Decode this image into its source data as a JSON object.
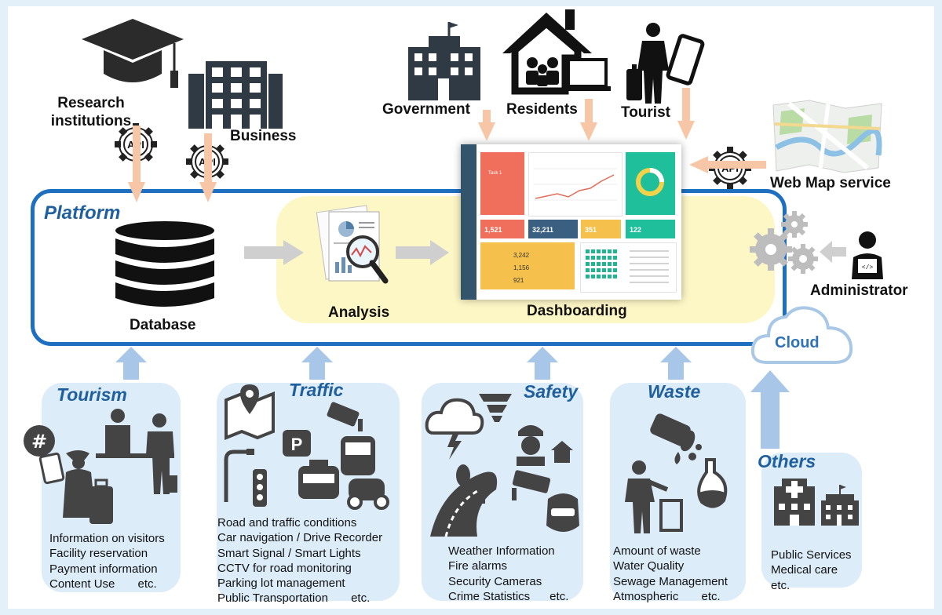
{
  "top_actors": {
    "research": "Research\ninstitutions",
    "business": "Business",
    "government": "Government",
    "residents": "Residents",
    "tourist": "Tourist",
    "web_map": "Web Map service",
    "administrator": "Administrator"
  },
  "api_label": "API",
  "platform": {
    "title": "Platform",
    "database": "Database",
    "analysis": "Analysis",
    "dashboarding": "Dashboarding",
    "cloud": "Cloud"
  },
  "sources": [
    {
      "title": "Tourism",
      "items": [
        "Information on visitors",
        "Facility reservation",
        "Payment information",
        "Content Use       etc."
      ]
    },
    {
      "title": "Traffic",
      "items": [
        "Road and traffic conditions",
        "Car navigation / Drive Recorder",
        "Smart Signal / Smart Lights",
        "CCTV for road monitoring",
        "Parking lot management",
        "Public Transportation       etc."
      ]
    },
    {
      "title": "Safety",
      "items": [
        "Weather Information",
        "Fire alarms",
        "Security Cameras",
        "Crime Statistics      etc."
      ]
    },
    {
      "title": "Waste",
      "items": [
        "Amount of waste",
        "Water Quality",
        "Sewage Management",
        "Atmospheric       etc."
      ]
    },
    {
      "title": "Others",
      "items": [
        "Public Services",
        "Medical care",
        "etc."
      ]
    }
  ],
  "dashboard": {
    "task1": "Task 1",
    "stat1": "1,521",
    "stat2": "32,211",
    "stat3": "351",
    "stat4": "122",
    "row1": "3,242",
    "row2": "1,156",
    "row3": "921"
  },
  "colors": {
    "platform_border": "#1f6fc0",
    "analysis_bg": "#fdf7c6",
    "panel_bg": "#dcecf9",
    "arrow_orange": "#f6c6a6",
    "arrow_blue": "#a7c6e8",
    "arrow_gray": "#cfcfcf",
    "icon_dark": "#3b3b3b"
  }
}
